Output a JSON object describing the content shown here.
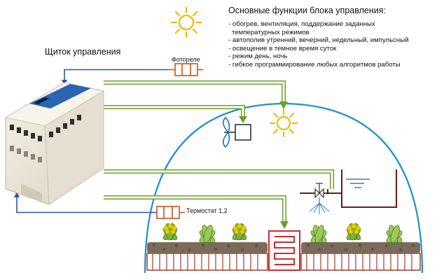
{
  "title": "Основные функции блока управления:",
  "features": [
    "- обогрев, вентиляция, поддержание заданных",
    "  температурных режимов",
    "- автополив утренний, вечерний, недельный, импульсный",
    "- освещение в темное время суток",
    "- режим день, ночь",
    "- гибкое программирование любых алгоритмов работы"
  ],
  "panel_label": "Щиток управления",
  "photorelay_label": "Фотореле",
  "thermostat_label": "Термостат 1,2",
  "colors": {
    "signal_line": "#2b56a6",
    "control_line": "#6a9e2a",
    "control_line_fill": "#ffffff",
    "dome": "#1e90d0",
    "sun": "#f2b800",
    "relay": "#c8551c",
    "heater": "#d42a2a",
    "soil": "#a23d2a",
    "plant": "#7fb23a",
    "flower": "#e6d200",
    "water": "#2c7fc2",
    "fan": "#1e73b4"
  },
  "icons": [
    "sun-icon",
    "photorelay-icon",
    "fan-icon",
    "lamp-icon",
    "valve-icon",
    "water-tank-icon",
    "heater-icon",
    "thermostat-icon",
    "plc-controller-icon",
    "plant-icon"
  ]
}
